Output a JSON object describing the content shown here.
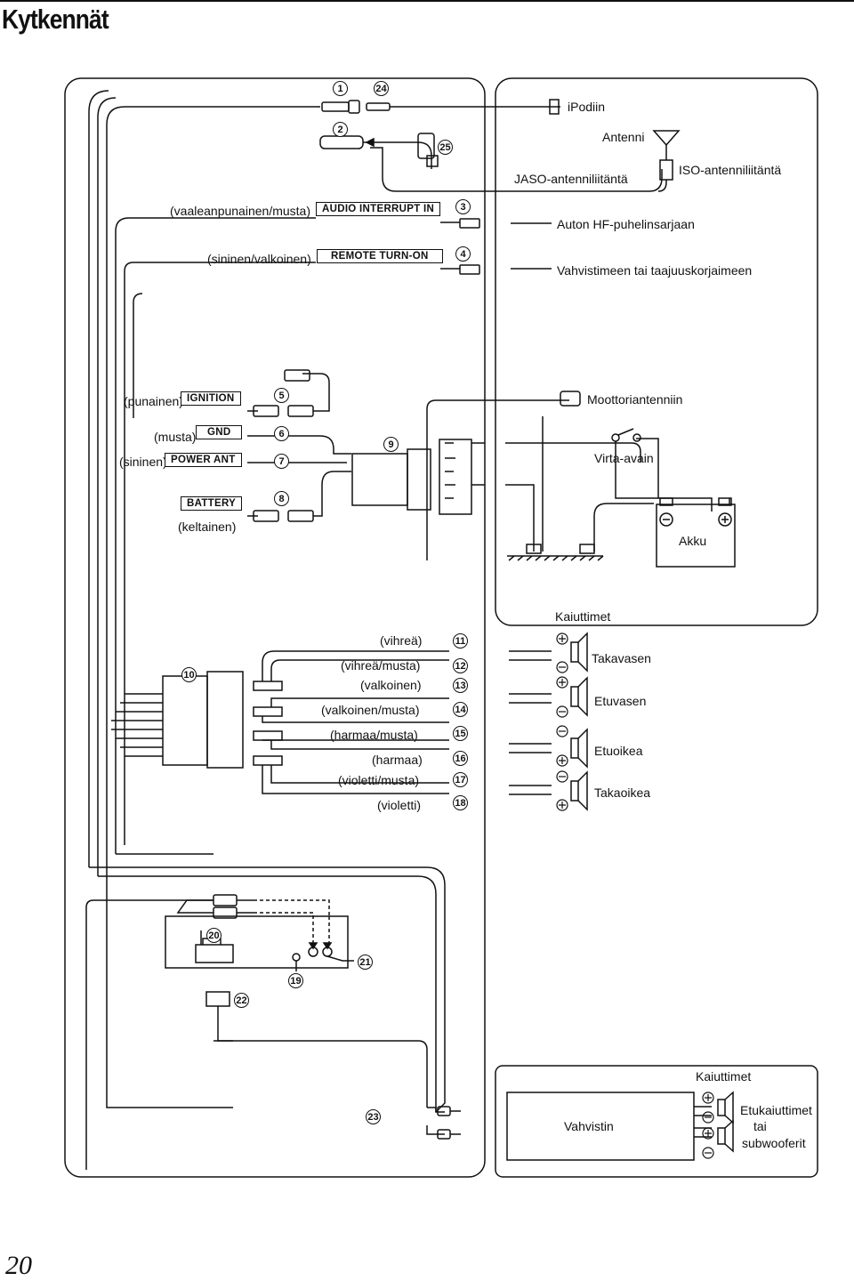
{
  "title": "Kytkennät",
  "page_number": "20",
  "callouts": [
    "1",
    "2",
    "3",
    "4",
    "5",
    "6",
    "7",
    "8",
    "9",
    "10",
    "11",
    "12",
    "13",
    "14",
    "15",
    "16",
    "17",
    "18",
    "19",
    "20",
    "21",
    "22",
    "23",
    "24",
    "25"
  ],
  "wire_labels": {
    "audio_interrupt_color": "(vaaleanpunainen/musta)",
    "remote_turn_on_color": "(sininen/valkoinen)",
    "ignition_color": "(punainen)",
    "gnd_color": "(musta)",
    "power_ant_color": "(sininen)",
    "battery_color": "(keltainen)"
  },
  "terminal_labels": {
    "audio_interrupt": "AUDIO INTERRUPT IN",
    "remote_turn_on": "REMOTE TURN-ON",
    "ignition": "IGNITION",
    "gnd": "GND",
    "power_ant": "POWER ANT",
    "battery": "BATTERY"
  },
  "right_labels": {
    "ipod": "iPodiin",
    "antenna": "Antenni",
    "iso_antenna": "ISO-antenniliitäntä",
    "jaso_antenna": "JASO-antenniliitäntä",
    "hf_phone": "Auton HF-puhelinsarjaan",
    "amplifier": "Vahvistimeen tai taajuuskorjaimeen",
    "motor_antenna": "Moottoriantenniin",
    "ignition_key": "Virta-avain",
    "battery": "Akku"
  },
  "speaker_section": {
    "header": "Kaiuttimet",
    "wires": [
      "(vihreä)",
      "(vihreä/musta)",
      "(valkoinen)",
      "(valkoinen/musta)",
      "(harmaa/musta)",
      "(harmaa)",
      "(violetti/musta)",
      "(violetti)"
    ],
    "speakers": [
      "Takavasen",
      "Etuvasen",
      "Etuoikea",
      "Takaoikea"
    ]
  },
  "amplifier_section": {
    "header": "Kaiuttimet",
    "amplifier": "Vahvistin",
    "speaker_label_line1": "Etukaiuttimet",
    "speaker_label_line2": "tai",
    "speaker_label_line3": "subwooferit"
  }
}
